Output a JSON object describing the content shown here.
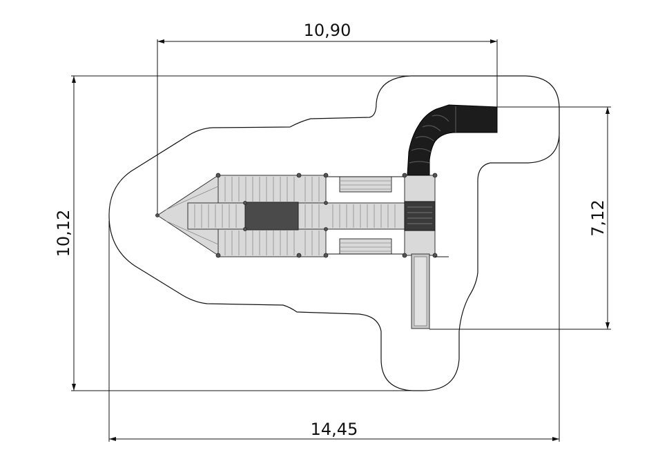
{
  "dimensions": {
    "top_width": "10,90",
    "overall_width": "14,45",
    "overall_height": "10,12",
    "structure_height": "7,12"
  },
  "colors": {
    "line": "#111111",
    "deck": "#d9d9d9",
    "tube": "#1c1c1c"
  }
}
